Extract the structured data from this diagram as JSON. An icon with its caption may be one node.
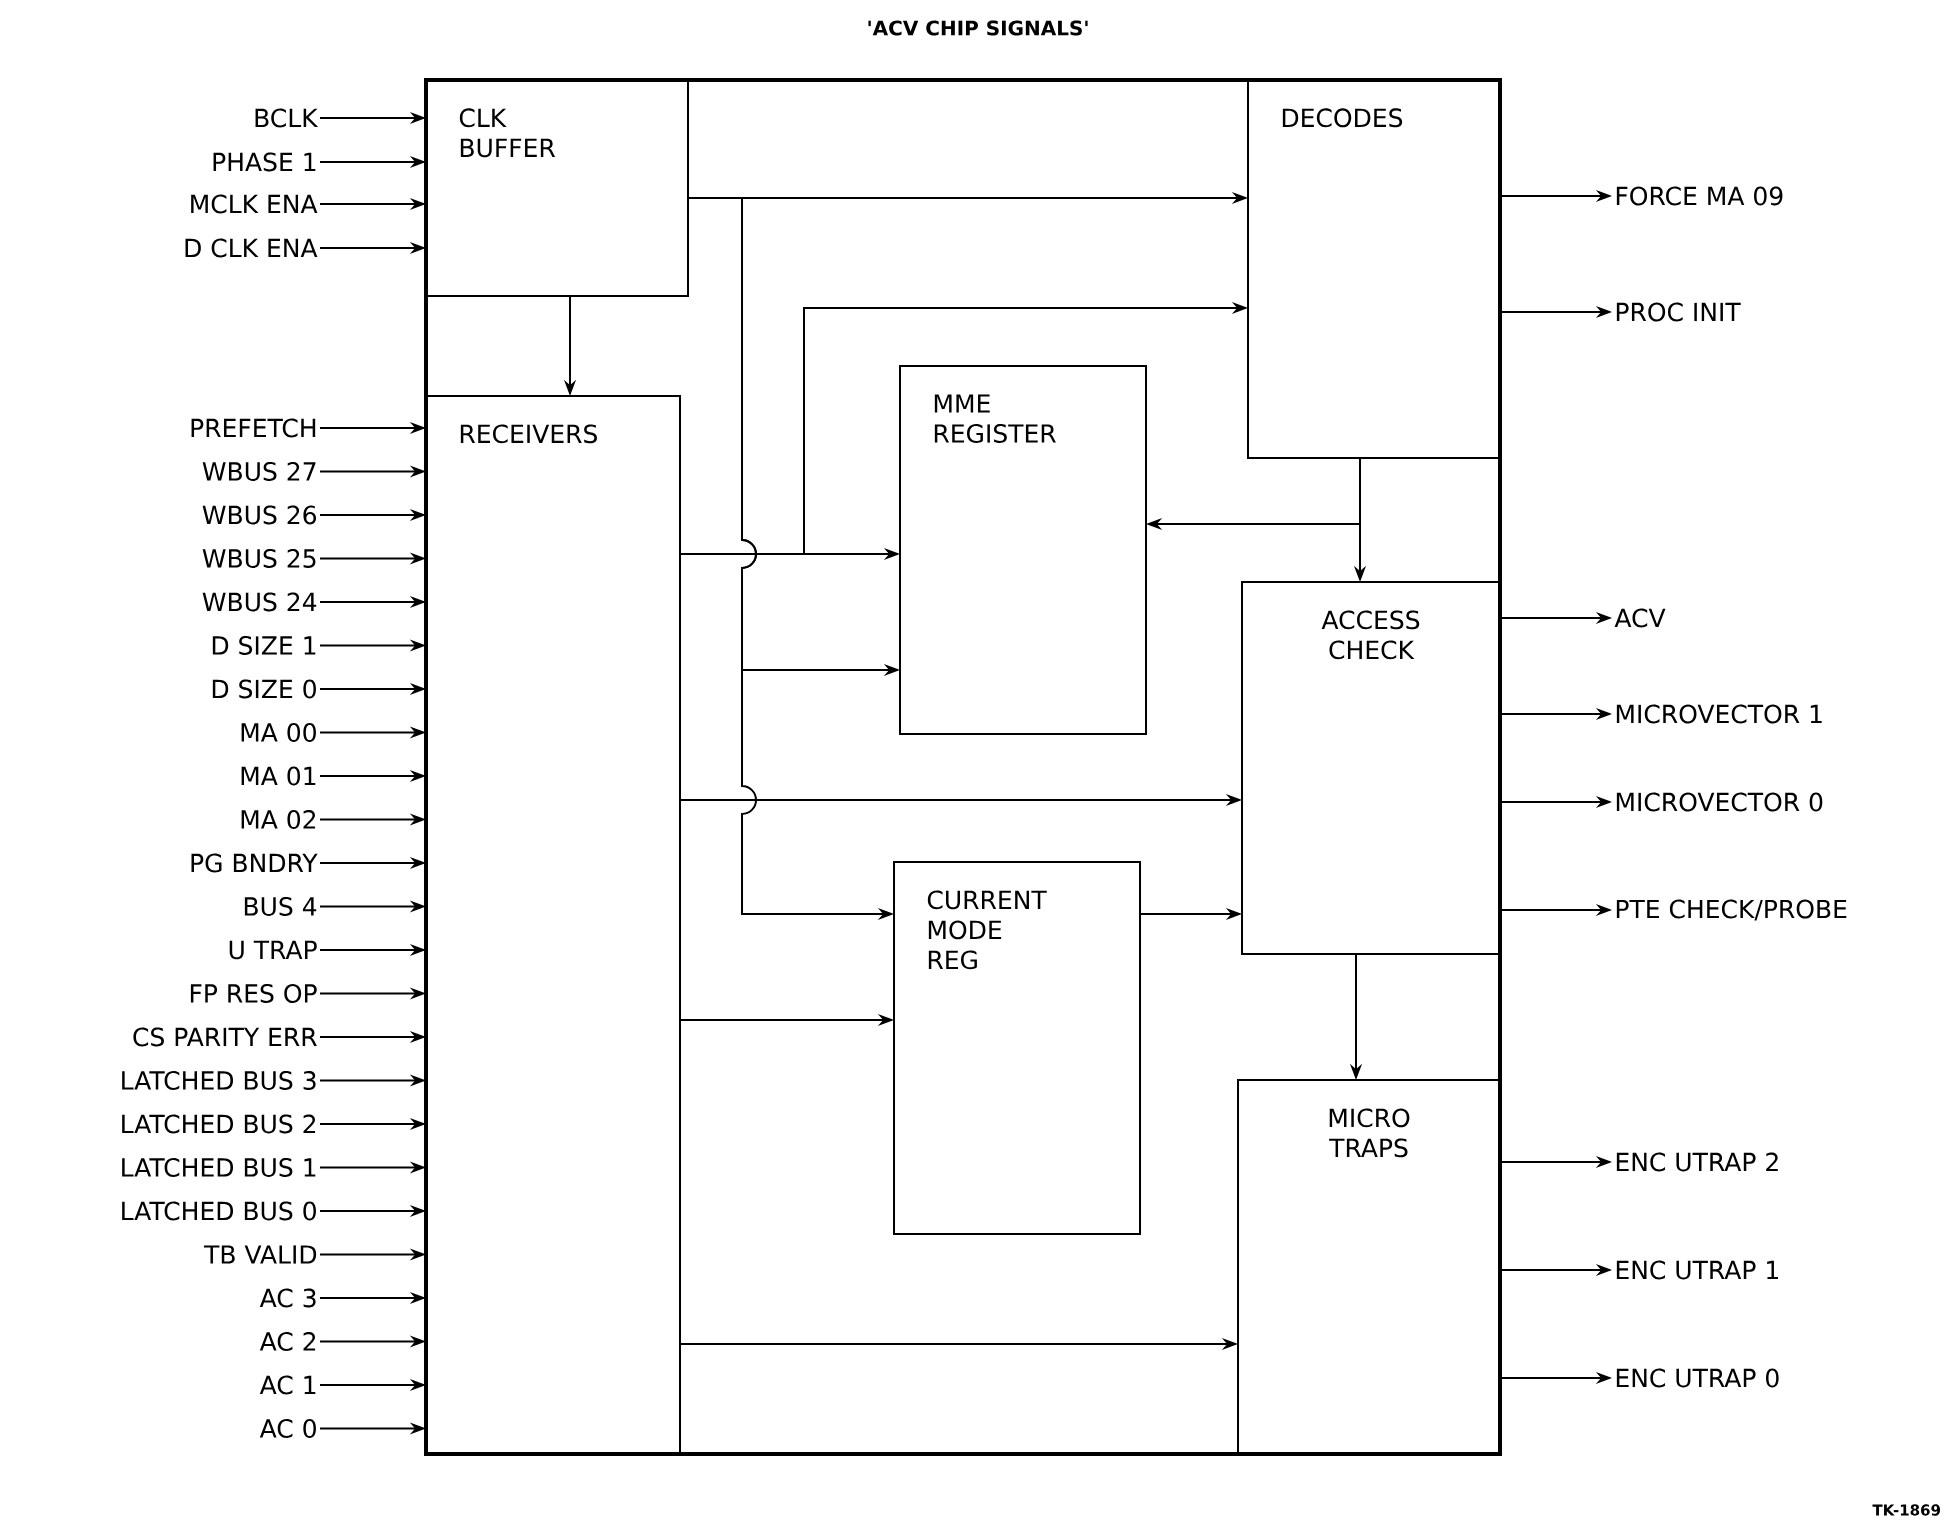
{
  "diagram": {
    "title": "'ACV CHIP SIGNALS'",
    "nodes": [
      {
        "text": [],
        "shape": "box"
      },
      {
        "text": [
          "CLK BUFFER"
        ],
        "in": 0
      },
      {
        "text": [
          "RECEIVERS"
        ],
        "in": 0
      },
      {
        "text": [
          "DECODES"
        ],
        "in": 0
      },
      {
        "text": [
          "MME REGISTER"
        ],
        "in": 0
      },
      {
        "text": [
          "CURRENT MODE REG"
        ],
        "in": 0
      },
      {
        "text": [
          "ACCESS CHECK"
        ],
        "in": 0
      },
      {
        "text": [
          "MICRO TRAPS"
        ],
        "in": 0
      },
      {
        "text": [
          "BCLK"
        ]
      },
      {
        "text": [
          "PHASE 1"
        ]
      },
      {
        "text": [
          "MCLK ENA"
        ]
      },
      {
        "text": [
          "D CLK ENA"
        ]
      },
      {
        "text": [
          "PREFETCH"
        ]
      },
      {
        "text": [
          "WBUS 27"
        ]
      },
      {
        "text": [
          "WBUS 26"
        ]
      },
      {
        "text": [
          "WBUS 25"
        ]
      },
      {
        "text": [
          "WBUS 24"
        ]
      },
      {
        "text": [
          "D SIZE 1"
        ]
      },
      {
        "text": [
          "D SIZE 0"
        ]
      },
      {
        "text": [
          "MA 00"
        ]
      },
      {
        "text": [
          "MA 01"
        ]
      },
      {
        "text": [
          "MA 02"
        ]
      },
      {
        "text": [
          "PG BNDRY"
        ]
      },
      {
        "text": [
          "BUS 4"
        ]
      },
      {
        "text": [
          "U TRAP"
        ]
      },
      {
        "text": [
          "FP RES OP"
        ]
      },
      {
        "text": [
          "CS PARITY ERR"
        ]
      },
      {
        "text": [
          "LATCHED BUS 3"
        ]
      },
      {
        "text": [
          "LATCHED BUS 2"
        ]
      },
      {
        "text": [
          "LATCHED BUS 1"
        ]
      },
      {
        "text": [
          "LATCHED BUS 0"
        ]
      },
      {
        "text": [
          "TB VALID"
        ]
      },
      {
        "text": [
          "AC 3"
        ]
      },
      {
        "text": [
          "AC 2"
        ]
      },
      {
        "text": [
          "AC 1"
        ]
      },
      {
        "text": [
          "AC 0"
        ]
      },
      {
        "text": [
          "FORCE MA 09"
        ]
      },
      {
        "text": [
          "PROC INIT"
        ]
      },
      {
        "text": [
          "ACV"
        ]
      },
      {
        "text": [
          "MICROVECTOR 1"
        ]
      },
      {
        "text": [
          "MICROVECTOR 0"
        ]
      },
      {
        "text": [
          "PTE CHECK/PROBE"
        ]
      },
      {
        "text": [
          "ENC UTRAP 2"
        ]
      },
      {
        "text": [
          "ENC UTRAP 1"
        ]
      },
      {
        "text": [
          "ENC UTRAP 0"
        ]
      }
    ],
    "edges": [
      {
        "from": 8,
        "to": 1,
        "arrow": "to"
      },
      {
        "from": 9,
        "to": 1,
        "arrow": "to"
      },
      {
        "from": 10,
        "to": 1,
        "arrow": "to"
      },
      {
        "from": 11,
        "to": 1,
        "arrow": "to"
      },
      {
        "from": 12,
        "to": 2,
        "arrow": "to"
      },
      {
        "from": 13,
        "to": 2,
        "arrow": "to"
      },
      {
        "from": 14,
        "to": 2,
        "arrow": "to"
      },
      {
        "from": 15,
        "to": 2,
        "arrow": "to"
      },
      {
        "from": 16,
        "to": 2,
        "arrow": "to"
      },
      {
        "from": 17,
        "to": 2,
        "arrow": "to"
      },
      {
        "from": 18,
        "to": 2,
        "arrow": "to"
      },
      {
        "from": 19,
        "to": 2,
        "arrow": "to"
      },
      {
        "from": 20,
        "to": 2,
        "arrow": "to"
      },
      {
        "from": 21,
        "to": 2,
        "arrow": "to"
      },
      {
        "from": 22,
        "to": 2,
        "arrow": "to"
      },
      {
        "from": 23,
        "to": 2,
        "arrow": "to"
      },
      {
        "from": 24,
        "to": 2,
        "arrow": "to"
      },
      {
        "from": 25,
        "to": 2,
        "arrow": "to"
      },
      {
        "from": 26,
        "to": 2,
        "arrow": "to"
      },
      {
        "from": 27,
        "to": 2,
        "arrow": "to"
      },
      {
        "from": 28,
        "to": 2,
        "arrow": "to"
      },
      {
        "from": 29,
        "to": 2,
        "arrow": "to"
      },
      {
        "from": 30,
        "to": 2,
        "arrow": "to"
      },
      {
        "from": 31,
        "to": 2,
        "arrow": "to"
      },
      {
        "from": 32,
        "to": 2,
        "arrow": "to"
      },
      {
        "from": 33,
        "to": 2,
        "arrow": "to"
      },
      {
        "from": 34,
        "to": 2,
        "arrow": "to"
      },
      {
        "from": 35,
        "to": 2,
        "arrow": "to"
      },
      {
        "from": 1,
        "to": 2,
        "arrow": "to"
      },
      {
        "from": 1,
        "to": 3,
        "arrow": "to"
      },
      {
        "from": 1,
        "to": 4,
        "arrow": "to"
      },
      {
        "from": 1,
        "to": 5,
        "arrow": "to"
      },
      {
        "from": 2,
        "to": 3,
        "arrow": "to"
      },
      {
        "from": 2,
        "to": 4,
        "arrow": "to"
      },
      {
        "from": 2,
        "to": 6,
        "arrow": "to"
      },
      {
        "from": 2,
        "to": 5,
        "arrow": "to"
      },
      {
        "from": 2,
        "to": 7,
        "arrow": "to"
      },
      {
        "from": 3,
        "to": 6,
        "arrow": "to"
      },
      {
        "from": 3,
        "to": 4,
        "arrow": "to"
      },
      {
        "from": 5,
        "to": 6,
        "arrow": "to"
      },
      {
        "from": 6,
        "to": 7,
        "arrow": "to"
      },
      {
        "from": 3,
        "to": 36,
        "arrow": "to"
      },
      {
        "from": 3,
        "to": 37,
        "arrow": "to"
      },
      {
        "from": 6,
        "to": 38,
        "arrow": "to"
      },
      {
        "from": 6,
        "to": 39,
        "arrow": "to"
      },
      {
        "from": 6,
        "to": 40,
        "arrow": "to"
      },
      {
        "from": 6,
        "to": 41,
        "arrow": "to"
      },
      {
        "from": 7,
        "to": 42,
        "arrow": "to"
      },
      {
        "from": 7,
        "to": 43,
        "arrow": "to"
      },
      {
        "from": 7,
        "to": 44,
        "arrow": "to"
      }
    ],
    "labels": [
      "TK-1869"
    ]
  }
}
